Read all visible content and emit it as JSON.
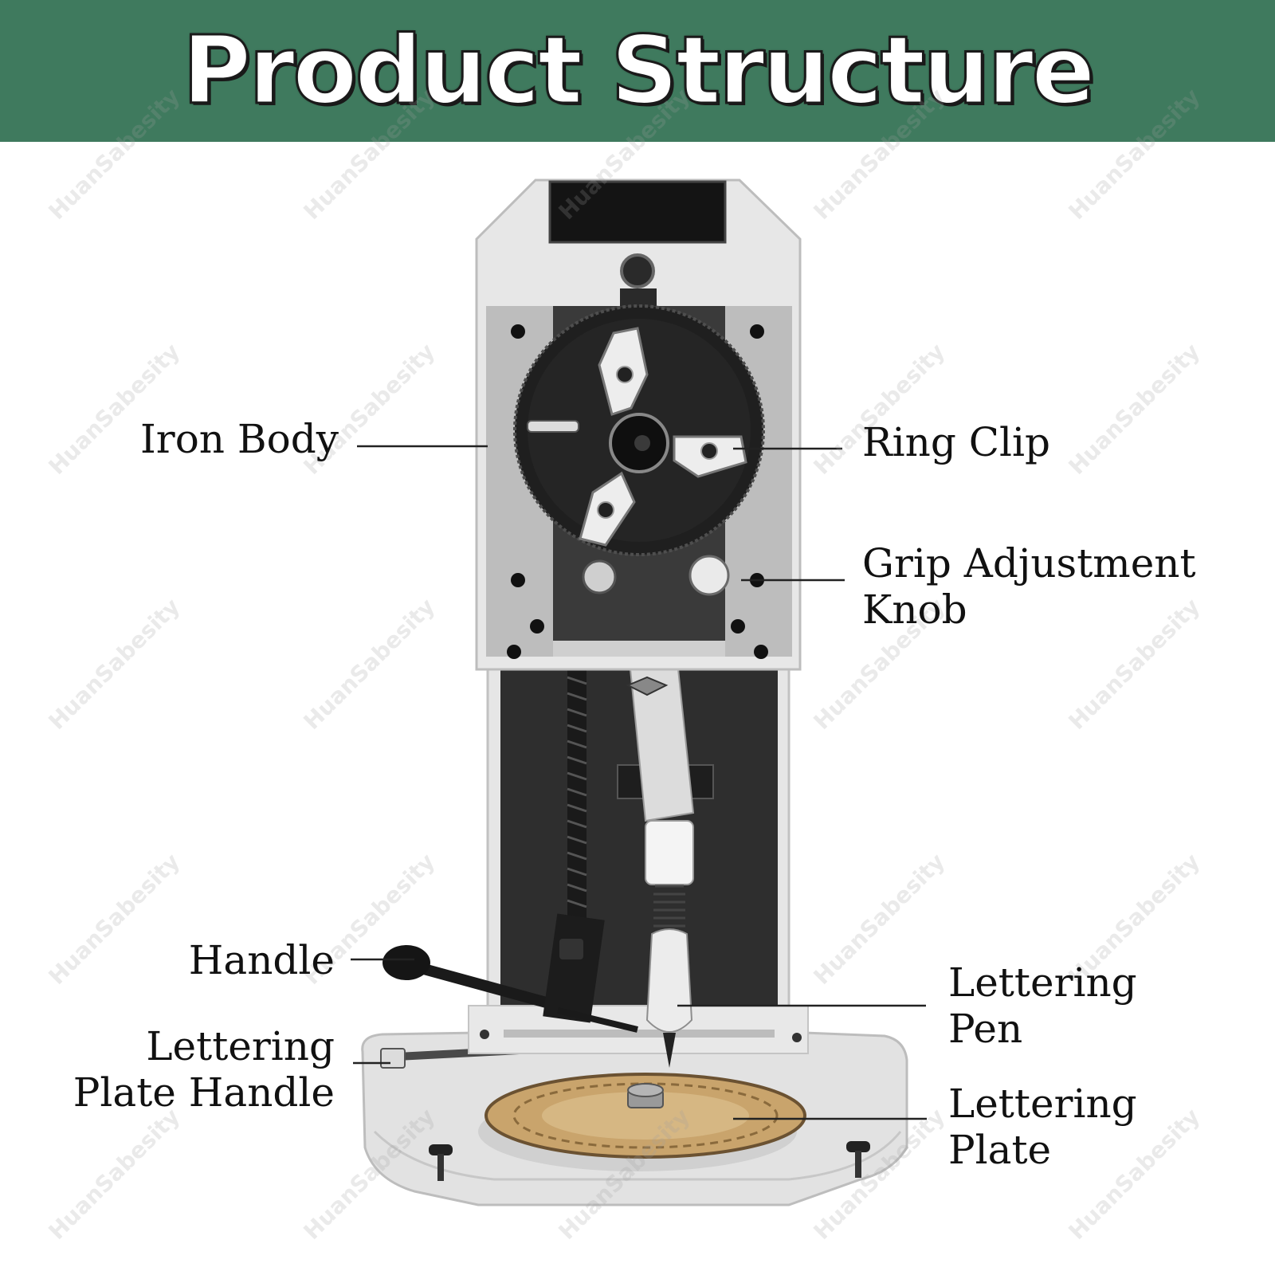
{
  "header": {
    "title": "Product Structure",
    "background_color": "#3f7a5e"
  },
  "labels": {
    "iron_body": "Iron Body",
    "ring_clip": "Ring Clip",
    "grip_adjustment_knob": {
      "line1": "Grip Adjustment",
      "line2": "Knob"
    },
    "handle": "Handle",
    "lettering_pen": {
      "line1": "Lettering",
      "line2": "Pen"
    },
    "lettering_plate_handle": {
      "line1": "Lettering",
      "line2": "Plate Handle"
    },
    "lettering_plate": {
      "line1": "Lettering",
      "line2": "Plate"
    }
  },
  "watermark": "HuanSabesity",
  "colors": {
    "machine_body": "#e4e4e4",
    "machine_dark": "#2e2e2e",
    "wheel": "#1f1f1f",
    "plate": "#c9a46c"
  }
}
